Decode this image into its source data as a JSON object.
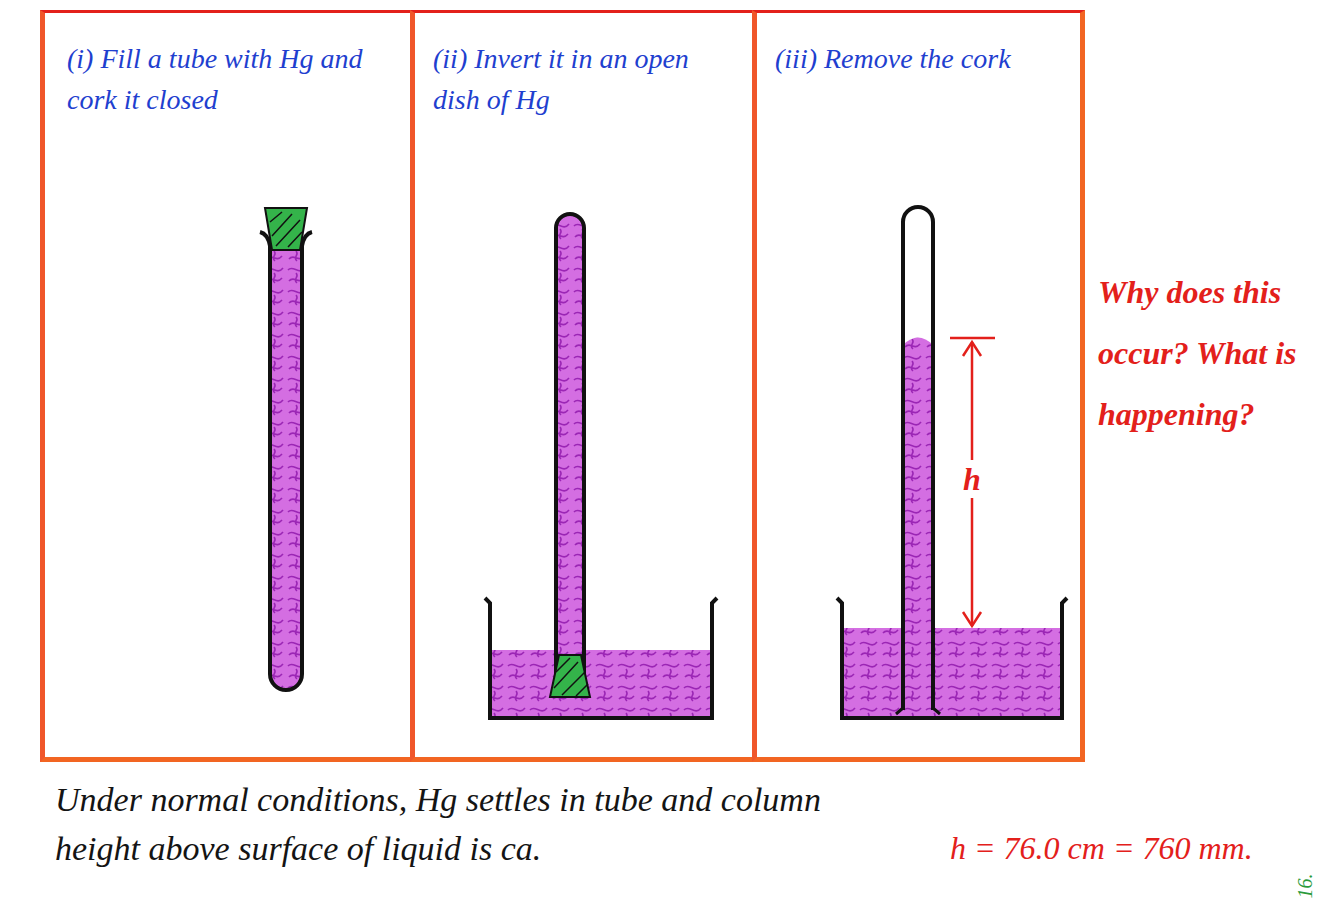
{
  "diagram": {
    "nodes": [
      {
        "text": [
          "(i) Fill a tube with Hg and cork it closed"
        ]
      },
      {
        "text": [
          "(ii) Invert it in an open dish of Hg"
        ]
      },
      {
        "text": [
          "(iii) Remove the cork"
        ]
      }
    ],
    "labels": [
      "h",
      "Why does this occur? What is happening?",
      "Under normal conditions, Hg settles in tube and column height above surface of liquid is ca.",
      "h = 76.0 cm = 760 mm.",
      "16."
    ]
  }
}
